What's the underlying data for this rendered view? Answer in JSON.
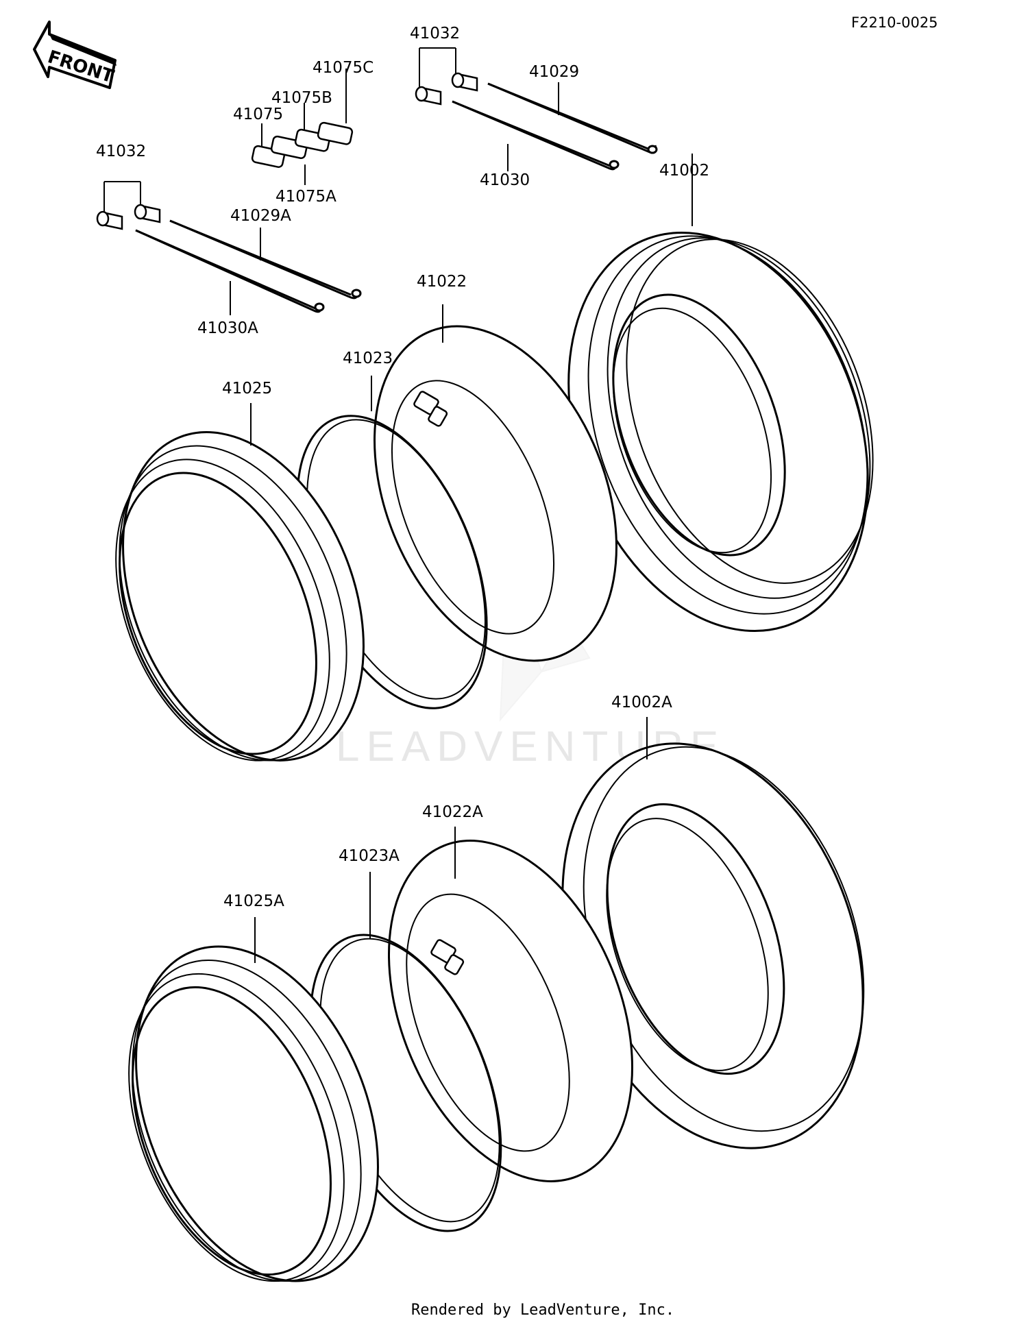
{
  "diagram_code": "F2210-0025",
  "front_label": "FRONT",
  "watermark": "LEADVENTURE",
  "footer": "Rendered by LeadVenture, Inc.",
  "parts": {
    "p41032_upper": "41032",
    "p41029": "41029",
    "p41030": "41030",
    "p41075C": "41075C",
    "p41075B": "41075B",
    "p41075": "41075",
    "p41075A": "41075A",
    "p41032_lower": "41032",
    "p41029A": "41029A",
    "p41030A": "41030A",
    "p41002": "41002",
    "p41022": "41022",
    "p41023": "41023",
    "p41025": "41025",
    "p41002A": "41002A",
    "p41022A": "41022A",
    "p41023A": "41023A",
    "p41025A": "41025A"
  }
}
